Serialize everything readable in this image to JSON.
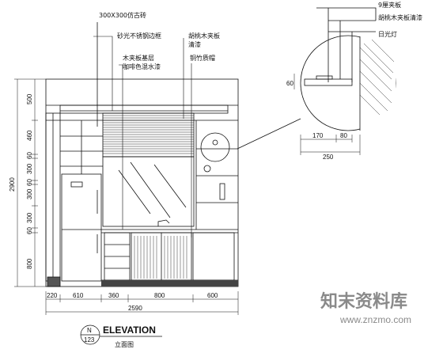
{
  "callouts": {
    "tile": "300X300仿古砖",
    "steel_edge": "砂光不锈钢边框",
    "walnut_paint": "胡桃木夹板\n清漆",
    "wood_coffee": "木夹板基层\n咖啡色混水漆",
    "copper_mesh": "铜竹质帽"
  },
  "detail": {
    "board_9mm": "9厘夹板",
    "walnut_clear": "胡桃木夹板清漆",
    "lamp": "日光灯",
    "dims": [
      "60",
      "170",
      "80",
      "250"
    ]
  },
  "dims": {
    "horizontal": [
      "220",
      "610",
      "360",
      "800",
      "600"
    ],
    "total_width": "2590",
    "vertical": [
      "500",
      "460",
      "60",
      "300",
      "60",
      "300",
      "300",
      "60",
      "800"
    ],
    "total_height": "2900"
  },
  "label": {
    "number": "N",
    "sheet": "123",
    "title": "ELEVATION",
    "subtitle": "立面图"
  },
  "watermark": {
    "brand": "知末资料库",
    "url": "www.znzmo.com"
  }
}
